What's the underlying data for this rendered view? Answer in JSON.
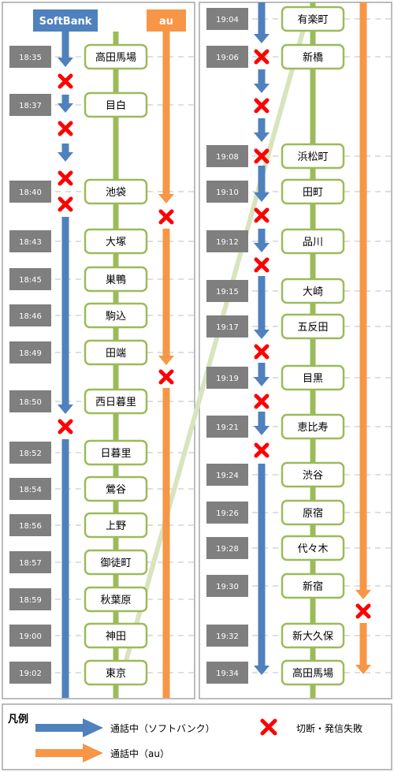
{
  "colors": {
    "softbank": "#4f81bd",
    "au": "#f79646",
    "line": "#9bbb59",
    "line_pale": "#d7e4bd",
    "drop": "#ff0000",
    "time_bg": "#7f7f7f",
    "panel_border": "#a6a6a6"
  },
  "headers": {
    "softbank": "SoftBank",
    "au": "au"
  },
  "legend": {
    "title": "凡例",
    "softbank_label": "通話中（ソフトバンク）",
    "au_label": "通話中（au）",
    "drop_label": "切断・発信失敗"
  },
  "left_stations": [
    {
      "time": "18:35",
      "name": "高田馬場"
    },
    {
      "time": "18:37",
      "name": "目白"
    },
    {
      "time": "18:40",
      "name": "池袋"
    },
    {
      "time": "18:43",
      "name": "大塚"
    },
    {
      "time": "18:45",
      "name": "巣鴨"
    },
    {
      "time": "18:46",
      "name": "駒込"
    },
    {
      "time": "18:49",
      "name": "田端"
    },
    {
      "time": "18:50",
      "name": "西日暮里"
    },
    {
      "time": "18:52",
      "name": "日暮里"
    },
    {
      "time": "18:54",
      "name": "鶯谷"
    },
    {
      "time": "18:56",
      "name": "上野"
    },
    {
      "time": "18:57",
      "name": "御徒町"
    },
    {
      "time": "18:59",
      "name": "秋葉原"
    },
    {
      "time": "19:00",
      "name": "神田"
    },
    {
      "time": "19:02",
      "name": "東京"
    }
  ],
  "right_stations": [
    {
      "time": "19:04",
      "name": "有楽町"
    },
    {
      "time": "19:06",
      "name": "新橋"
    },
    {
      "time": "19:08",
      "name": "浜松町"
    },
    {
      "time": "19:10",
      "name": "田町"
    },
    {
      "time": "19:12",
      "name": "品川"
    },
    {
      "time": "19:15",
      "name": "大崎"
    },
    {
      "time": "19:17",
      "name": "五反田"
    },
    {
      "time": "19:19",
      "name": "目黒"
    },
    {
      "time": "19:21",
      "name": "恵比寿"
    },
    {
      "time": "19:24",
      "name": "渋谷"
    },
    {
      "time": "19:26",
      "name": "原宿"
    },
    {
      "time": "19:28",
      "name": "代々木"
    },
    {
      "time": "19:30",
      "name": "新宿"
    },
    {
      "time": "19:32",
      "name": "新大久保"
    },
    {
      "time": "19:34",
      "name": "高田馬場"
    }
  ]
}
